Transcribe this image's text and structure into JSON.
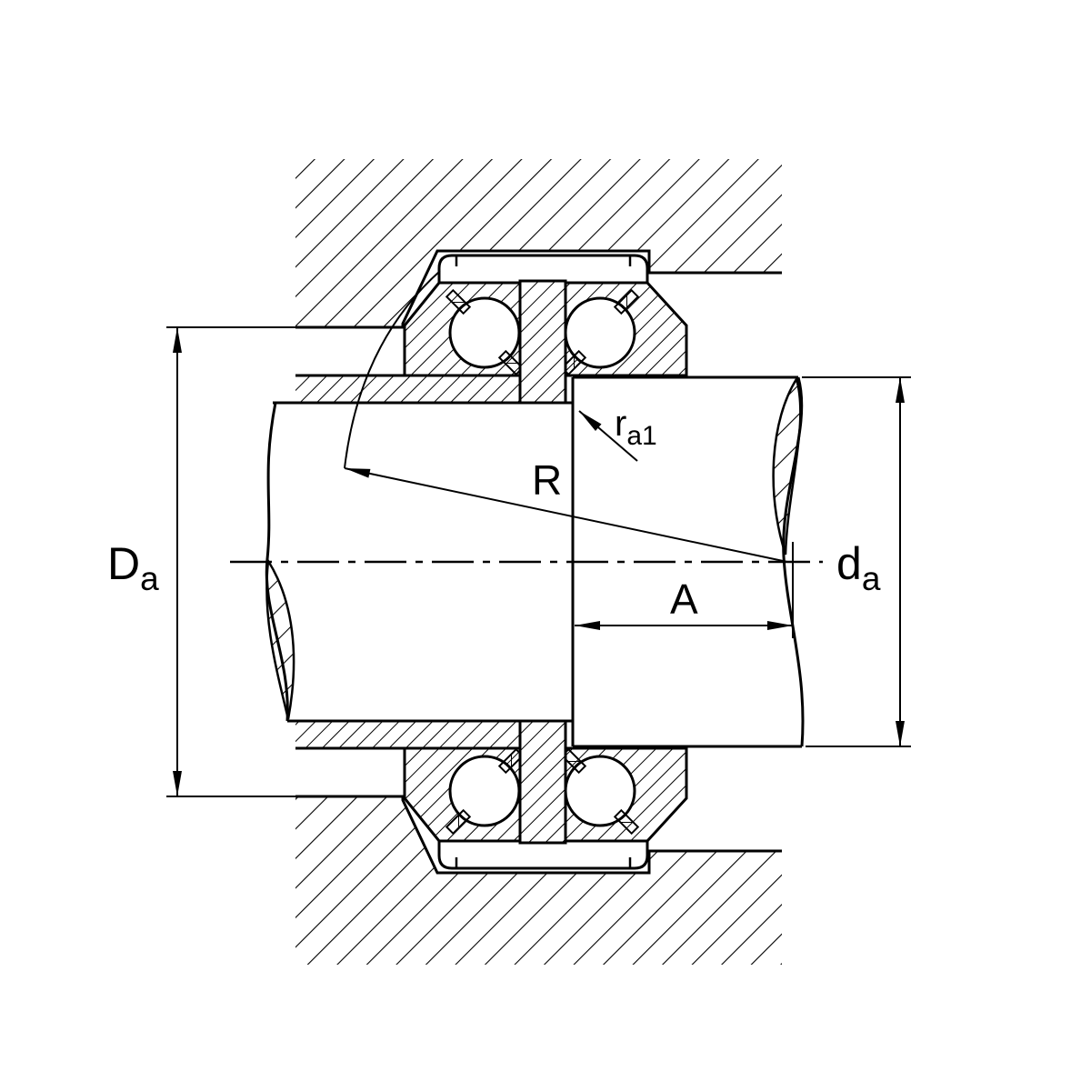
{
  "page": {
    "background": "#ffffff",
    "line_color": "#000000"
  },
  "diagram": {
    "labels": {
      "Da": {
        "base": "D",
        "sub": "a"
      },
      "da": {
        "base": "d",
        "sub": "a"
      },
      "A": "A",
      "R": "R",
      "ra1": {
        "base": "r",
        "sub": "a1"
      }
    }
  }
}
